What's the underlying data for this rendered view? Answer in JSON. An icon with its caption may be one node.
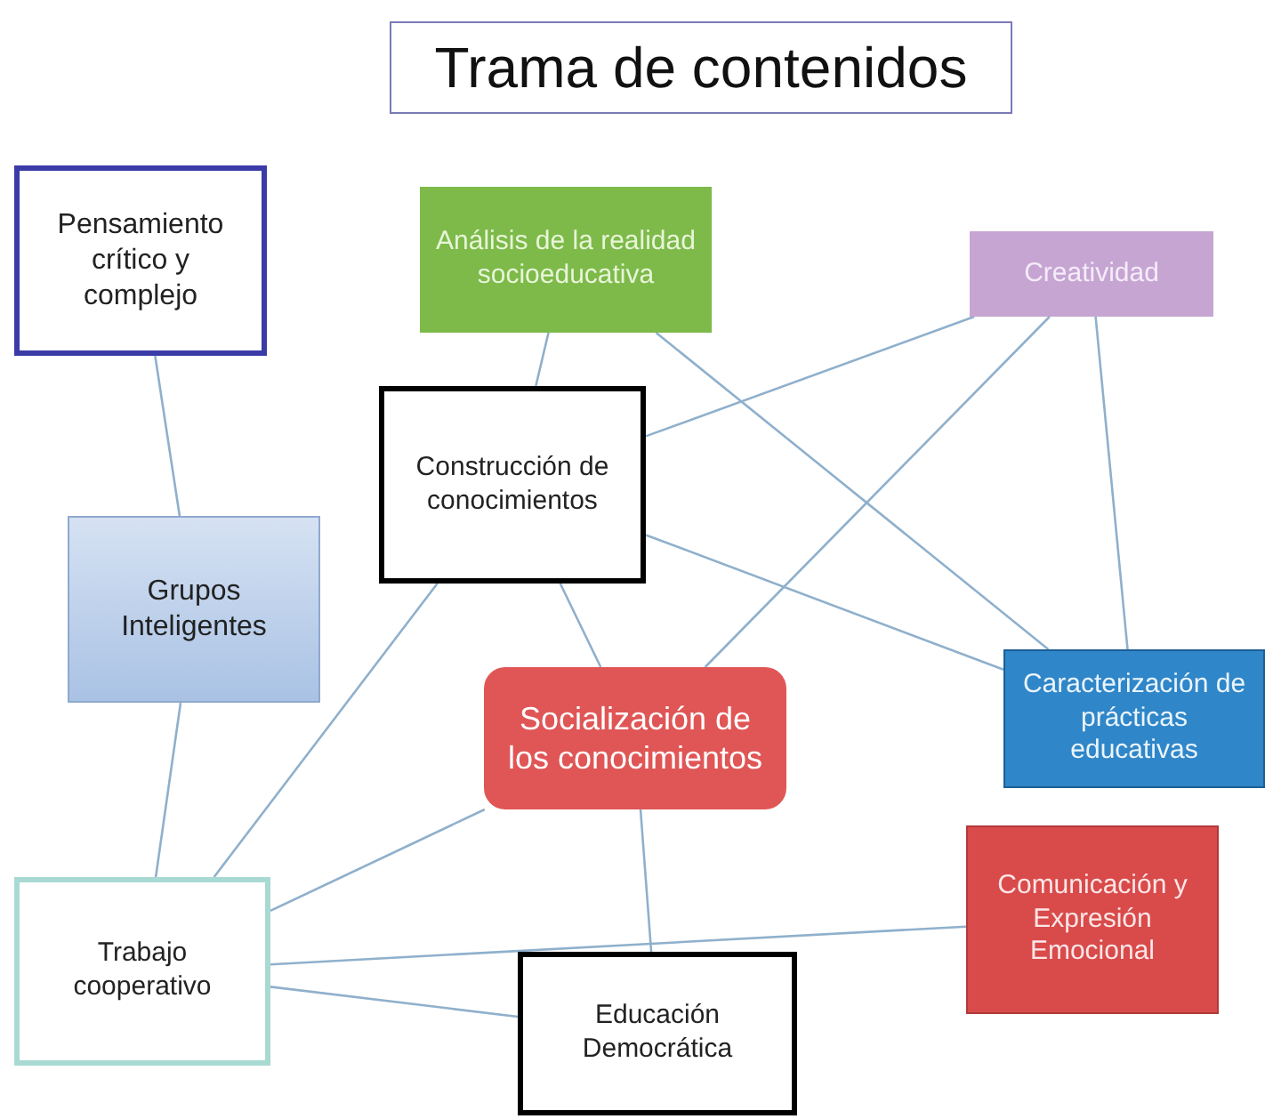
{
  "diagram": {
    "title": "Trama de contenidos",
    "nodes": [
      {
        "text": [
          "Pensamiento crítico y complejo"
        ]
      },
      {
        "text": [
          "Análisis de la realidad socioeducativa"
        ]
      },
      {
        "text": [
          "Creatividad"
        ]
      },
      {
        "text": [
          "Construcción de conocimientos"
        ]
      },
      {
        "text": [
          "Grupos Inteligentes"
        ]
      },
      {
        "text": [
          "Socialización de los conocimientos"
        ]
      },
      {
        "text": [
          "Caracterización de prácticas educativas"
        ]
      },
      {
        "text": [
          "Comunicación y Expresión Emocional"
        ]
      },
      {
        "text": [
          "Trabajo cooperativo"
        ]
      },
      {
        "text": [
          "Educación Democrática"
        ]
      }
    ],
    "edges": [
      {
        "from": 0,
        "to": 4,
        "arrow": "none"
      },
      {
        "from": 1,
        "to": 3,
        "arrow": "none"
      },
      {
        "from": 1,
        "to": 6,
        "arrow": "none"
      },
      {
        "from": 2,
        "to": 3,
        "arrow": "none"
      },
      {
        "from": 2,
        "to": 5,
        "arrow": "none"
      },
      {
        "from": 2,
        "to": 6,
        "arrow": "none"
      },
      {
        "from": 3,
        "to": 6,
        "arrow": "none"
      },
      {
        "from": 3,
        "to": 5,
        "arrow": "none"
      },
      {
        "from": 4,
        "to": 8,
        "arrow": "none"
      },
      {
        "from": 3,
        "to": 8,
        "arrow": "none"
      },
      {
        "from": 5,
        "to": 8,
        "arrow": "none"
      },
      {
        "from": 8,
        "to": 7,
        "arrow": "none"
      },
      {
        "from": 8,
        "to": 9,
        "arrow": "none"
      },
      {
        "from": 5,
        "to": 9,
        "arrow": "none"
      }
    ]
  }
}
